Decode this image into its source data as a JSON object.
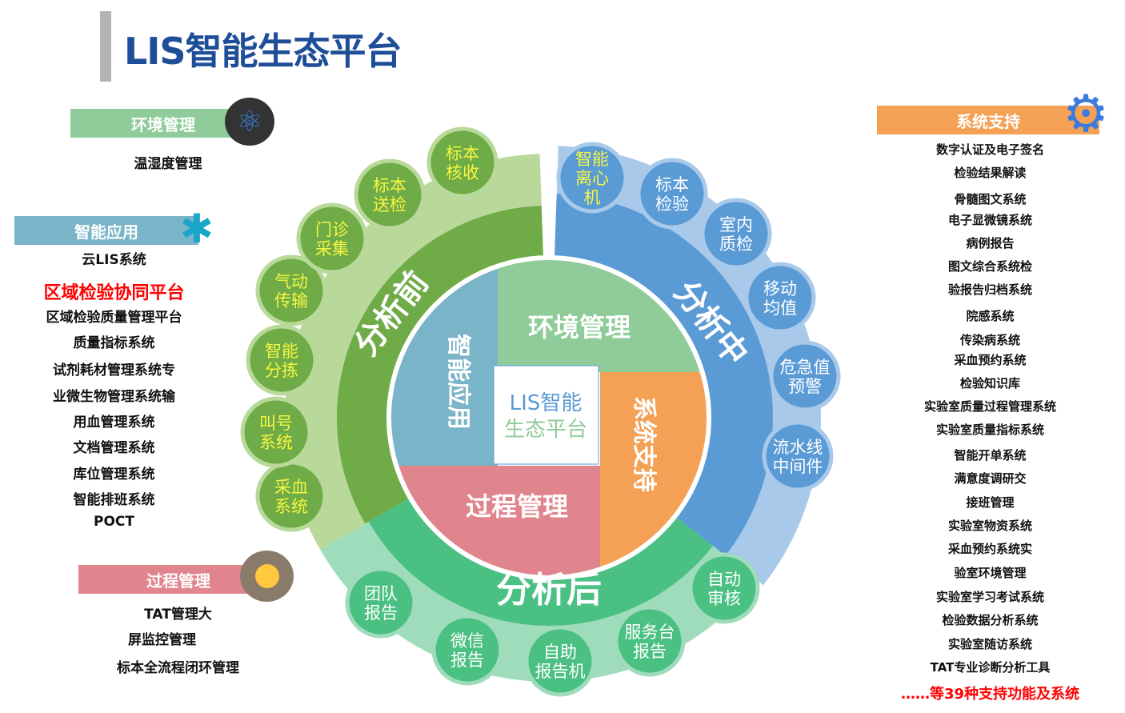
{
  "title": "LIS智能生态平台",
  "env": {
    "header": "环境管理",
    "items": [
      "温湿度管理"
    ]
  },
  "smart": {
    "header": "智能应用",
    "items": [
      "云LIS系统",
      "区域检验协同平台",
      "区域检验质量管理平台",
      "质量指标系统",
      "试剂耗材管理系统专",
      "业微生物管理系统输",
      "用血管理系统",
      "文档管理系统",
      "库位管理系统",
      "智能排班系统",
      "POCT"
    ]
  },
  "process": {
    "header": "过程管理",
    "items": [
      "TAT管理大",
      "屏监控管理",
      "标本全流程闭环管理"
    ]
  },
  "support": {
    "header": "系统支持",
    "items": [
      "数字认证及电子签名",
      "检验结果解读",
      "骨髓图文系统",
      "电子显微镜系统",
      "病例报告",
      "图文综合系统检",
      "验报告归档系统",
      "院感系统",
      "传染病系统",
      "采血预约系统",
      "检验知识库",
      "实验室质量过程管理系统",
      "实验室质量指标系统",
      "智能开单系统",
      "满意度调研交",
      "接班管理",
      "实验室物资系统",
      "采血预约系统实",
      "验室环境管理",
      "实验室学习考试系统",
      "检验数据分析系统",
      "实验室随访系统",
      "TAT专业诊断分析工具"
    ],
    "footer": "……等39种支持功能及系统"
  },
  "wheel": {
    "center": [
      "LIS智能",
      "生态平台"
    ],
    "quadrants": {
      "smart": "智能应用",
      "env": "环境管理",
      "support": "系统支持",
      "process": "过程管理"
    },
    "stages": {
      "pre": "分析前",
      "mid": "分析中",
      "post": "分析后"
    },
    "pre_bubbles": [
      [
        "采血",
        "系统"
      ],
      [
        "叫号",
        "系统"
      ],
      [
        "智能",
        "分拣"
      ],
      [
        "气动",
        "传输"
      ],
      [
        "门诊",
        "采集"
      ],
      [
        "标本",
        "送检"
      ],
      [
        "标本",
        "核收"
      ]
    ],
    "mid_bubbles": [
      [
        "智能",
        "离心",
        "机"
      ],
      [
        "标本",
        "检验"
      ],
      [
        "室内",
        "质检"
      ],
      [
        "移动",
        "均值"
      ],
      [
        "危急值",
        "预警"
      ],
      [
        "流水线",
        "中间件"
      ]
    ],
    "post_bubbles": [
      [
        "团队",
        "报告"
      ],
      [
        "微信",
        "报告"
      ],
      [
        "自助",
        "报告机"
      ],
      [
        "服务台",
        "报告"
      ],
      [
        "自动",
        "审核"
      ]
    ]
  },
  "colors": {
    "pre": "#6fab46",
    "mid": "#5b9bd5",
    "post": "#4bc083",
    "env": "#8fcc9a",
    "smart": "#7ab4c8",
    "support": "#f4a055",
    "process": "#e0848e",
    "title": "#1f4e99",
    "highlight": "#ff0000"
  }
}
